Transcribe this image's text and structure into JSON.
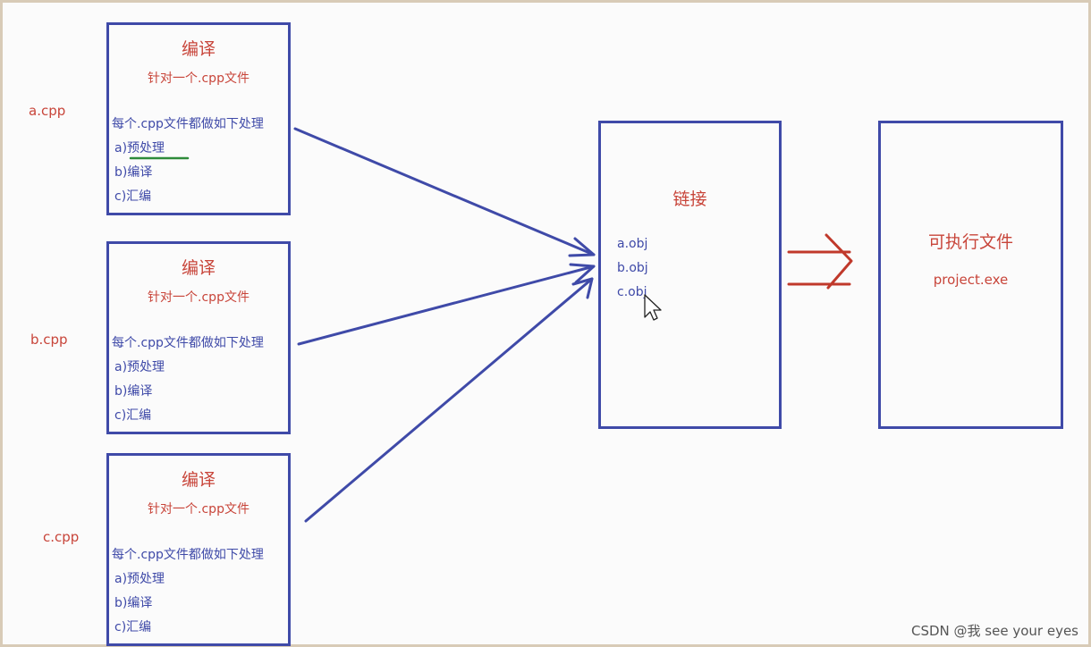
{
  "sources": [
    {
      "file_label": "a.cpp",
      "box": {
        "title": "编译",
        "subtitle": "针对一个.cpp文件",
        "description": "每个.cpp文件都做如下处理",
        "steps": [
          "a)预处理",
          "b)编译",
          "c)汇编"
        ]
      }
    },
    {
      "file_label": "b.cpp",
      "box": {
        "title": "编译",
        "subtitle": "针对一个.cpp文件",
        "description": "每个.cpp文件都做如下处理",
        "steps": [
          "a)预处理",
          "b)编译",
          "c)汇编"
        ]
      }
    },
    {
      "file_label": "c.cpp",
      "box": {
        "title": "编译",
        "subtitle": "针对一个.cpp文件",
        "description": "每个.cpp文件都做如下处理",
        "steps": [
          "a)预处理",
          "b)编译",
          "c)汇编"
        ]
      }
    }
  ],
  "link_box": {
    "title": "链接",
    "objects": [
      "a.obj",
      "b.obj",
      "c.obj"
    ]
  },
  "exe_box": {
    "title": "可执行文件",
    "file": "project.exe"
  },
  "watermark": "CSDN @我 see your eyes",
  "colors": {
    "box_border": "#3f4aa8",
    "heading_red": "#c8453a",
    "body_blue": "#3f4aa8",
    "underline_green": "#2e8b3a"
  }
}
